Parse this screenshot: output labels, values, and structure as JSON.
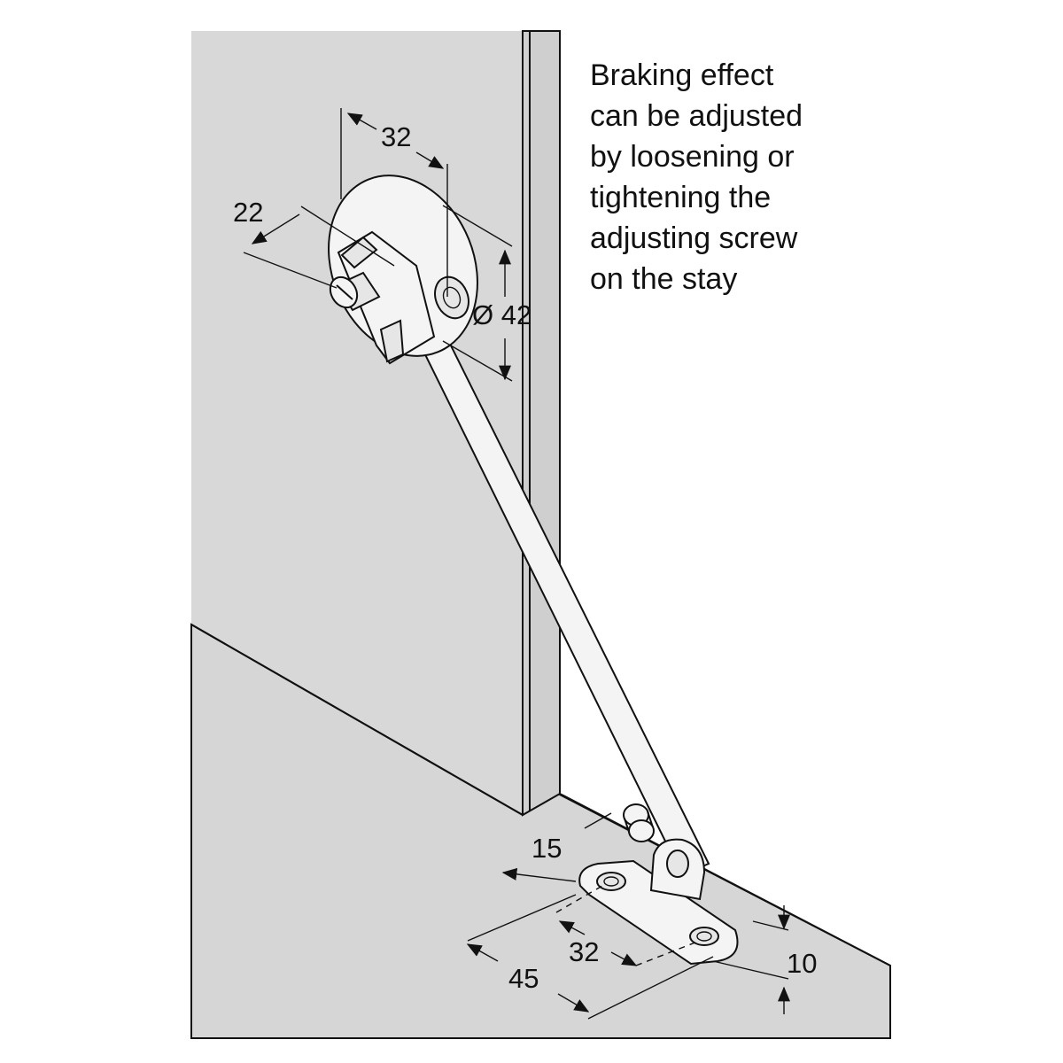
{
  "note": {
    "lines": [
      "Braking effect",
      "can be adjusted",
      "by loosening or",
      "tightening the",
      "adjusting screw",
      "on the stay"
    ]
  },
  "dimensions": {
    "top_width": "32",
    "top_depth": "22",
    "top_diameter": "Ø 42",
    "bottom_offset": "15",
    "bottom_spacing": "32",
    "bottom_length": "45",
    "bottom_height": "10"
  },
  "colors": {
    "panel": "#d8d8d8",
    "floor": "#d6d6d6",
    "background": "#ffffff",
    "line": "#111111"
  }
}
